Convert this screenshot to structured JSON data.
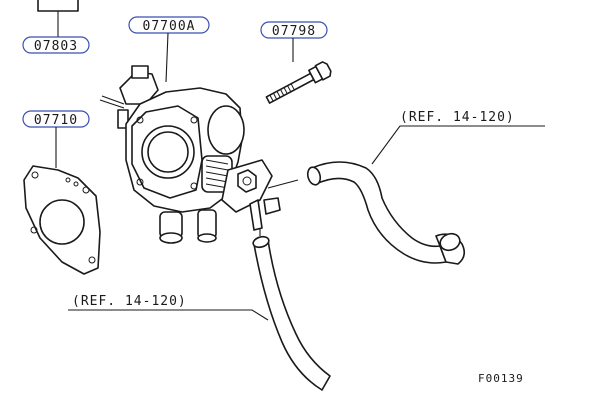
{
  "labels": {
    "part_a": "07803",
    "part_b": "07700A",
    "part_c": "07798",
    "part_d": "07710",
    "ref_upper": "(REF. 14-120)",
    "ref_lower": "(REF. 14-120)",
    "figure_code": "F00139"
  }
}
